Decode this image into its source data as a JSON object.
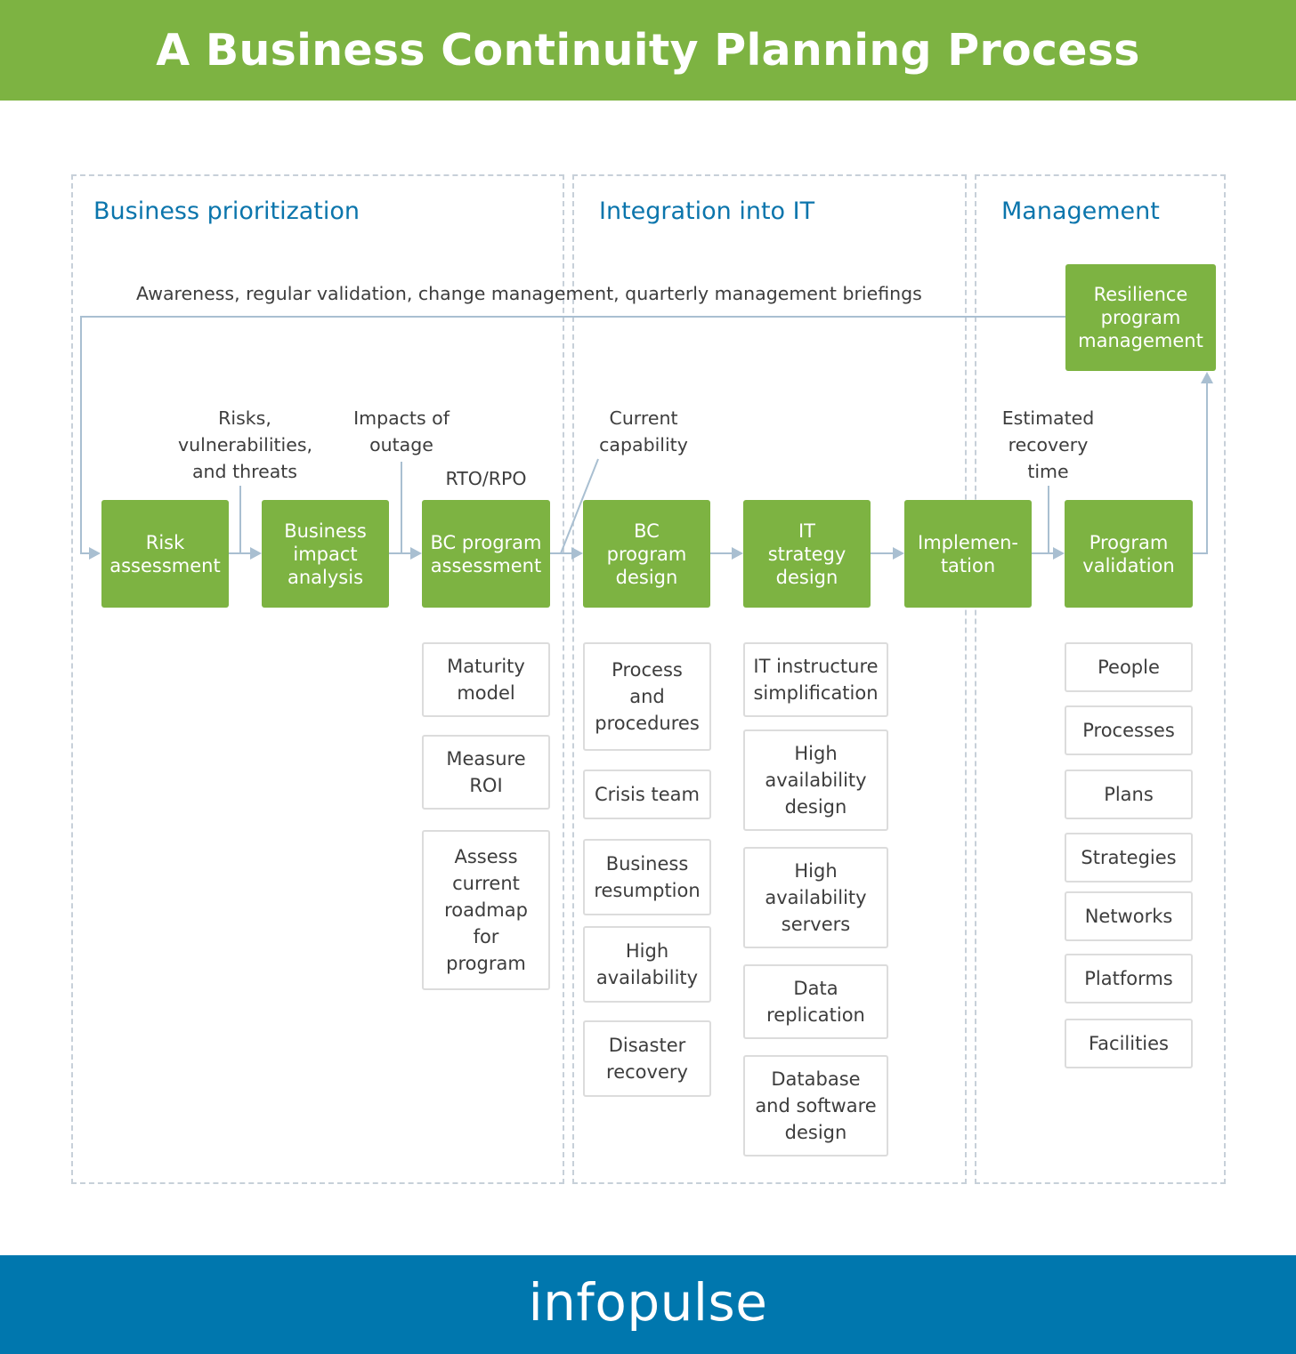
{
  "header": {
    "title": "A Business Continuity Planning Process"
  },
  "footer": {
    "logo": "infopulse"
  },
  "colors": {
    "header_green": "#7db342",
    "step_green": "#7db342",
    "footer_blue": "#0077ae",
    "section_title_blue": "#0b75ac",
    "connector": "#a9bfd1",
    "dashed_border": "#c7d0d9"
  },
  "sections": [
    {
      "title": "Business prioritization"
    },
    {
      "title": "Integration into IT"
    },
    {
      "title": "Management"
    }
  ],
  "feedback_loop": {
    "label": "Awareness, regular validation, change management, quarterly management briefings"
  },
  "steps": [
    {
      "label": "Risk assessment"
    },
    {
      "label": "Business impact analysis"
    },
    {
      "label": "BC program assessment"
    },
    {
      "label": "BC program design"
    },
    {
      "label": "IT strategy design"
    },
    {
      "label": "Implemen-tation"
    },
    {
      "label": "Program validation"
    }
  ],
  "resilience": {
    "label": "Resilience program management"
  },
  "inputs": [
    {
      "label": "Risks, vulnerabilities, and threats"
    },
    {
      "label": "Impacts of outage"
    },
    {
      "label": "RTO/RPO"
    },
    {
      "label": "Current capability"
    },
    {
      "label": "Estimated recovery time"
    }
  ],
  "details": {
    "bc_program_assessment": [
      "Maturity model",
      "Measure ROI",
      "Assess current roadmap for program"
    ],
    "bc_program_design": [
      "Process and procedures",
      "Crisis team",
      "Business resumption",
      "High availability",
      "Disaster recovery"
    ],
    "it_strategy_design": [
      "IT instructure simplification",
      "High availability design",
      "High availability servers",
      "Data replication",
      "Database and software design"
    ],
    "program_validation": [
      "People",
      "Processes",
      "Plans",
      "Strategies",
      "Networks",
      "Platforms",
      "Facilities"
    ]
  }
}
